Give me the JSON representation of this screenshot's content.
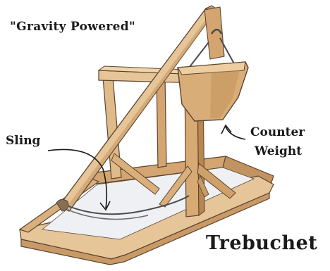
{
  "labels": {
    "caption": "\"Gravity Powered\"",
    "sling": "Sling",
    "counter": "Counter",
    "weight": "Weight",
    "title": "Trebuchet"
  },
  "colors": {
    "wood_light": "#e6c598",
    "wood_mid": "#d4a571",
    "wood_dark": "#b9864f",
    "outline": "#5a4430",
    "ink": "#1a1a1a",
    "ground_shadow": "#dfe3ea",
    "rope": "#4a4a4a"
  }
}
